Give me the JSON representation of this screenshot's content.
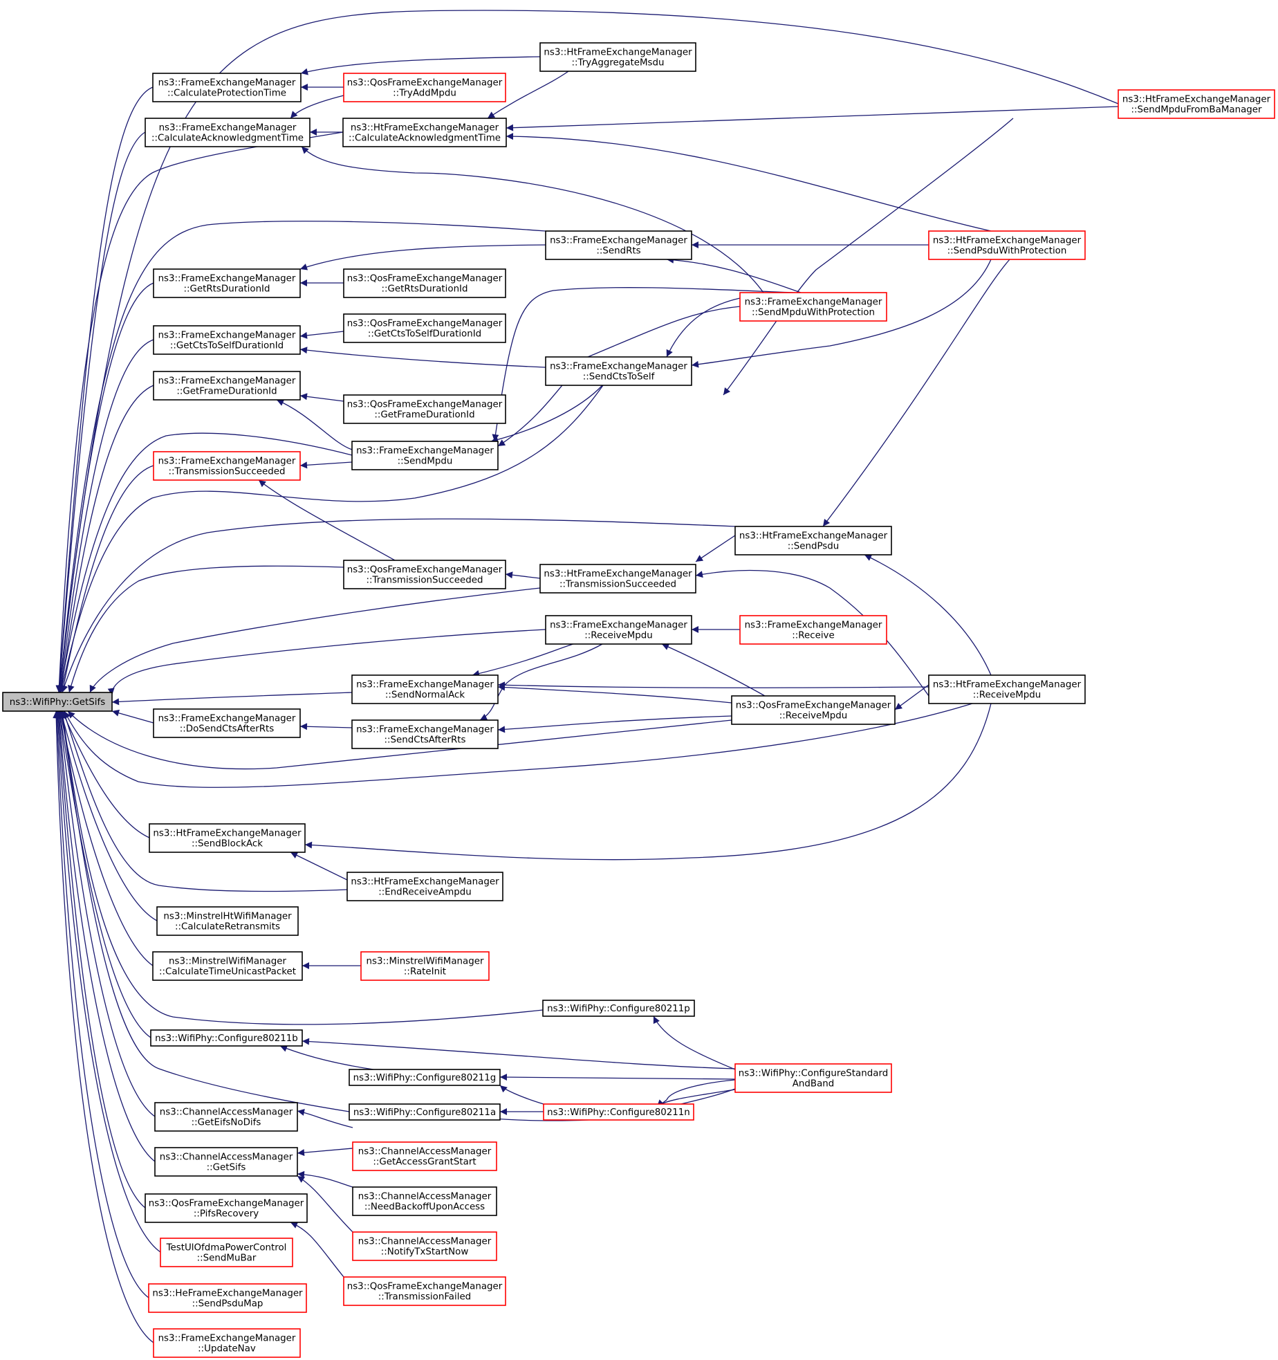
{
  "colors": {
    "edge": "#191970",
    "red_border": "#ff0000",
    "black_border": "#000000",
    "root_fill": "#bfbfbf"
  },
  "nodes": [
    {
      "id": "root",
      "lines": [
        "ns3::WifiPhy::GetSifs"
      ],
      "style": "root"
    },
    {
      "id": "n_cpt",
      "lines": [
        "ns3::FrameExchangeManager",
        "::CalculateProtectionTime"
      ],
      "style": "black"
    },
    {
      "id": "n_cat",
      "lines": [
        "ns3::FrameExchangeManager",
        "::CalculateAcknowledgmentTime"
      ],
      "style": "black"
    },
    {
      "id": "n_grdi",
      "lines": [
        "ns3::FrameExchangeManager",
        "::GetRtsDurationId"
      ],
      "style": "black"
    },
    {
      "id": "n_gctsdi",
      "lines": [
        "ns3::FrameExchangeManager",
        "::GetCtsToSelfDurationId"
      ],
      "style": "black"
    },
    {
      "id": "n_gfdi",
      "lines": [
        "ns3::FrameExchangeManager",
        "::GetFrameDurationId"
      ],
      "style": "black"
    },
    {
      "id": "n_ts",
      "lines": [
        "ns3::FrameExchangeManager",
        "::TransmissionSucceeded"
      ],
      "style": "red"
    },
    {
      "id": "n_dscar",
      "lines": [
        "ns3::FrameExchangeManager",
        "::DoSendCtsAfterRts"
      ],
      "style": "black"
    },
    {
      "id": "n_htsba",
      "lines": [
        "ns3::HtFrameExchangeManager",
        "::SendBlockAck"
      ],
      "style": "black"
    },
    {
      "id": "n_mhcr",
      "lines": [
        "ns3::MinstrelHtWifiManager",
        "::CalculateRetransmits"
      ],
      "style": "black"
    },
    {
      "id": "n_mctup",
      "lines": [
        "ns3::MinstrelWifiManager",
        "::CalculateTimeUnicastPacket"
      ],
      "style": "black"
    },
    {
      "id": "n_c11b",
      "lines": [
        "ns3::WifiPhy::Configure80211b"
      ],
      "style": "black"
    },
    {
      "id": "n_camgend",
      "lines": [
        "ns3::ChannelAccessManager",
        "::GetEifsNoDifs"
      ],
      "style": "black"
    },
    {
      "id": "n_camgs",
      "lines": [
        "ns3::ChannelAccessManager",
        "::GetSifs"
      ],
      "style": "black"
    },
    {
      "id": "n_qpr",
      "lines": [
        "ns3::QosFrameExchangeManager",
        "::PifsRecovery"
      ],
      "style": "black"
    },
    {
      "id": "n_tupc",
      "lines": [
        "TestUlOfdmaPowerControl",
        "::SendMuBar"
      ],
      "style": "red"
    },
    {
      "id": "n_hespm",
      "lines": [
        "ns3::HeFrameExchangeManager",
        "::SendPsduMap"
      ],
      "style": "red"
    },
    {
      "id": "n_un",
      "lines": [
        "ns3::FrameExchangeManager",
        "::UpdateNav"
      ],
      "style": "red"
    },
    {
      "id": "n_qtam",
      "lines": [
        "ns3::QosFrameExchangeManager",
        "::TryAddMpdu"
      ],
      "style": "red"
    },
    {
      "id": "n_htcat",
      "lines": [
        "ns3::HtFrameExchangeManager",
        "::CalculateAcknowledgmentTime"
      ],
      "style": "black"
    },
    {
      "id": "n_qgrdi",
      "lines": [
        "ns3::QosFrameExchangeManager",
        "::GetRtsDurationId"
      ],
      "style": "black"
    },
    {
      "id": "n_qgctsdi",
      "lines": [
        "ns3::QosFrameExchangeManager",
        "::GetCtsToSelfDurationId"
      ],
      "style": "black"
    },
    {
      "id": "n_qgfdi",
      "lines": [
        "ns3::QosFrameExchangeManager",
        "::GetFrameDurationId"
      ],
      "style": "black"
    },
    {
      "id": "n_sm",
      "lines": [
        "ns3::FrameExchangeManager",
        "::SendMpdu"
      ],
      "style": "black"
    },
    {
      "id": "n_qts",
      "lines": [
        "ns3::QosFrameExchangeManager",
        "::TransmissionSucceeded"
      ],
      "style": "black"
    },
    {
      "id": "n_sna",
      "lines": [
        "ns3::FrameExchangeManager",
        "::SendNormalAck"
      ],
      "style": "black"
    },
    {
      "id": "n_scar",
      "lines": [
        "ns3::FrameExchangeManager",
        "::SendCtsAfterRts"
      ],
      "style": "black"
    },
    {
      "id": "n_htera",
      "lines": [
        "ns3::HtFrameExchangeManager",
        "::EndReceiveAmpdu"
      ],
      "style": "black"
    },
    {
      "id": "n_mri",
      "lines": [
        "ns3::MinstrelWifiManager",
        "::RateInit"
      ],
      "style": "red"
    },
    {
      "id": "n_c11g",
      "lines": [
        "ns3::WifiPhy::Configure80211g"
      ],
      "style": "black"
    },
    {
      "id": "n_c11a",
      "lines": [
        "ns3::WifiPhy::Configure80211a"
      ],
      "style": "black"
    },
    {
      "id": "n_camgags",
      "lines": [
        "ns3::ChannelAccessManager",
        "::GetAccessGrantStart"
      ],
      "style": "red"
    },
    {
      "id": "n_camnbua",
      "lines": [
        "ns3::ChannelAccessManager",
        "::NeedBackoffUponAccess"
      ],
      "style": "black"
    },
    {
      "id": "n_camntsn",
      "lines": [
        "ns3::ChannelAccessManager",
        "::NotifyTxStartNow"
      ],
      "style": "red"
    },
    {
      "id": "n_qtf",
      "lines": [
        "ns3::QosFrameExchangeManager",
        "::TransmissionFailed"
      ],
      "style": "red"
    },
    {
      "id": "n_httam",
      "lines": [
        "ns3::HtFrameExchangeManager",
        "::TryAggregateMsdu"
      ],
      "style": "black"
    },
    {
      "id": "n_srts",
      "lines": [
        "ns3::FrameExchangeManager",
        "::SendRts"
      ],
      "style": "black"
    },
    {
      "id": "n_scts",
      "lines": [
        "ns3::FrameExchangeManager",
        "::SendCtsToSelf"
      ],
      "style": "black"
    },
    {
      "id": "n_htts",
      "lines": [
        "ns3::HtFrameExchangeManager",
        "::TransmissionSucceeded"
      ],
      "style": "black"
    },
    {
      "id": "n_rm",
      "lines": [
        "ns3::FrameExchangeManager",
        "::ReceiveMpdu"
      ],
      "style": "black"
    },
    {
      "id": "n_c11p",
      "lines": [
        "ns3::WifiPhy::Configure80211p"
      ],
      "style": "black"
    },
    {
      "id": "n_c11n",
      "lines": [
        "ns3::WifiPhy::Configure80211n"
      ],
      "style": "red"
    },
    {
      "id": "n_smwp",
      "lines": [
        "ns3::FrameExchangeManager",
        "::SendMpduWithProtection"
      ],
      "style": "red"
    },
    {
      "id": "n_htsp",
      "lines": [
        "ns3::HtFrameExchangeManager",
        "::SendPsdu"
      ],
      "style": "black"
    },
    {
      "id": "n_recv",
      "lines": [
        "ns3::FrameExchangeManager",
        "::Receive"
      ],
      "style": "red"
    },
    {
      "id": "n_qrm",
      "lines": [
        "ns3::QosFrameExchangeManager",
        "::ReceiveMpdu"
      ],
      "style": "black"
    },
    {
      "id": "n_csab",
      "lines": [
        "ns3::WifiPhy::ConfigureStandard",
        "AndBand"
      ],
      "style": "red"
    },
    {
      "id": "n_htsmfbm",
      "lines": [
        "ns3::HtFrameExchangeManager",
        "::SendMpduFromBaManager"
      ],
      "style": "red"
    },
    {
      "id": "n_htspwp",
      "lines": [
        "ns3::HtFrameExchangeManager",
        "::SendPsduWithProtection"
      ],
      "style": "red"
    },
    {
      "id": "n_htrm",
      "lines": [
        "ns3::HtFrameExchangeManager",
        "::ReceiveMpdu"
      ],
      "style": "black"
    }
  ]
}
